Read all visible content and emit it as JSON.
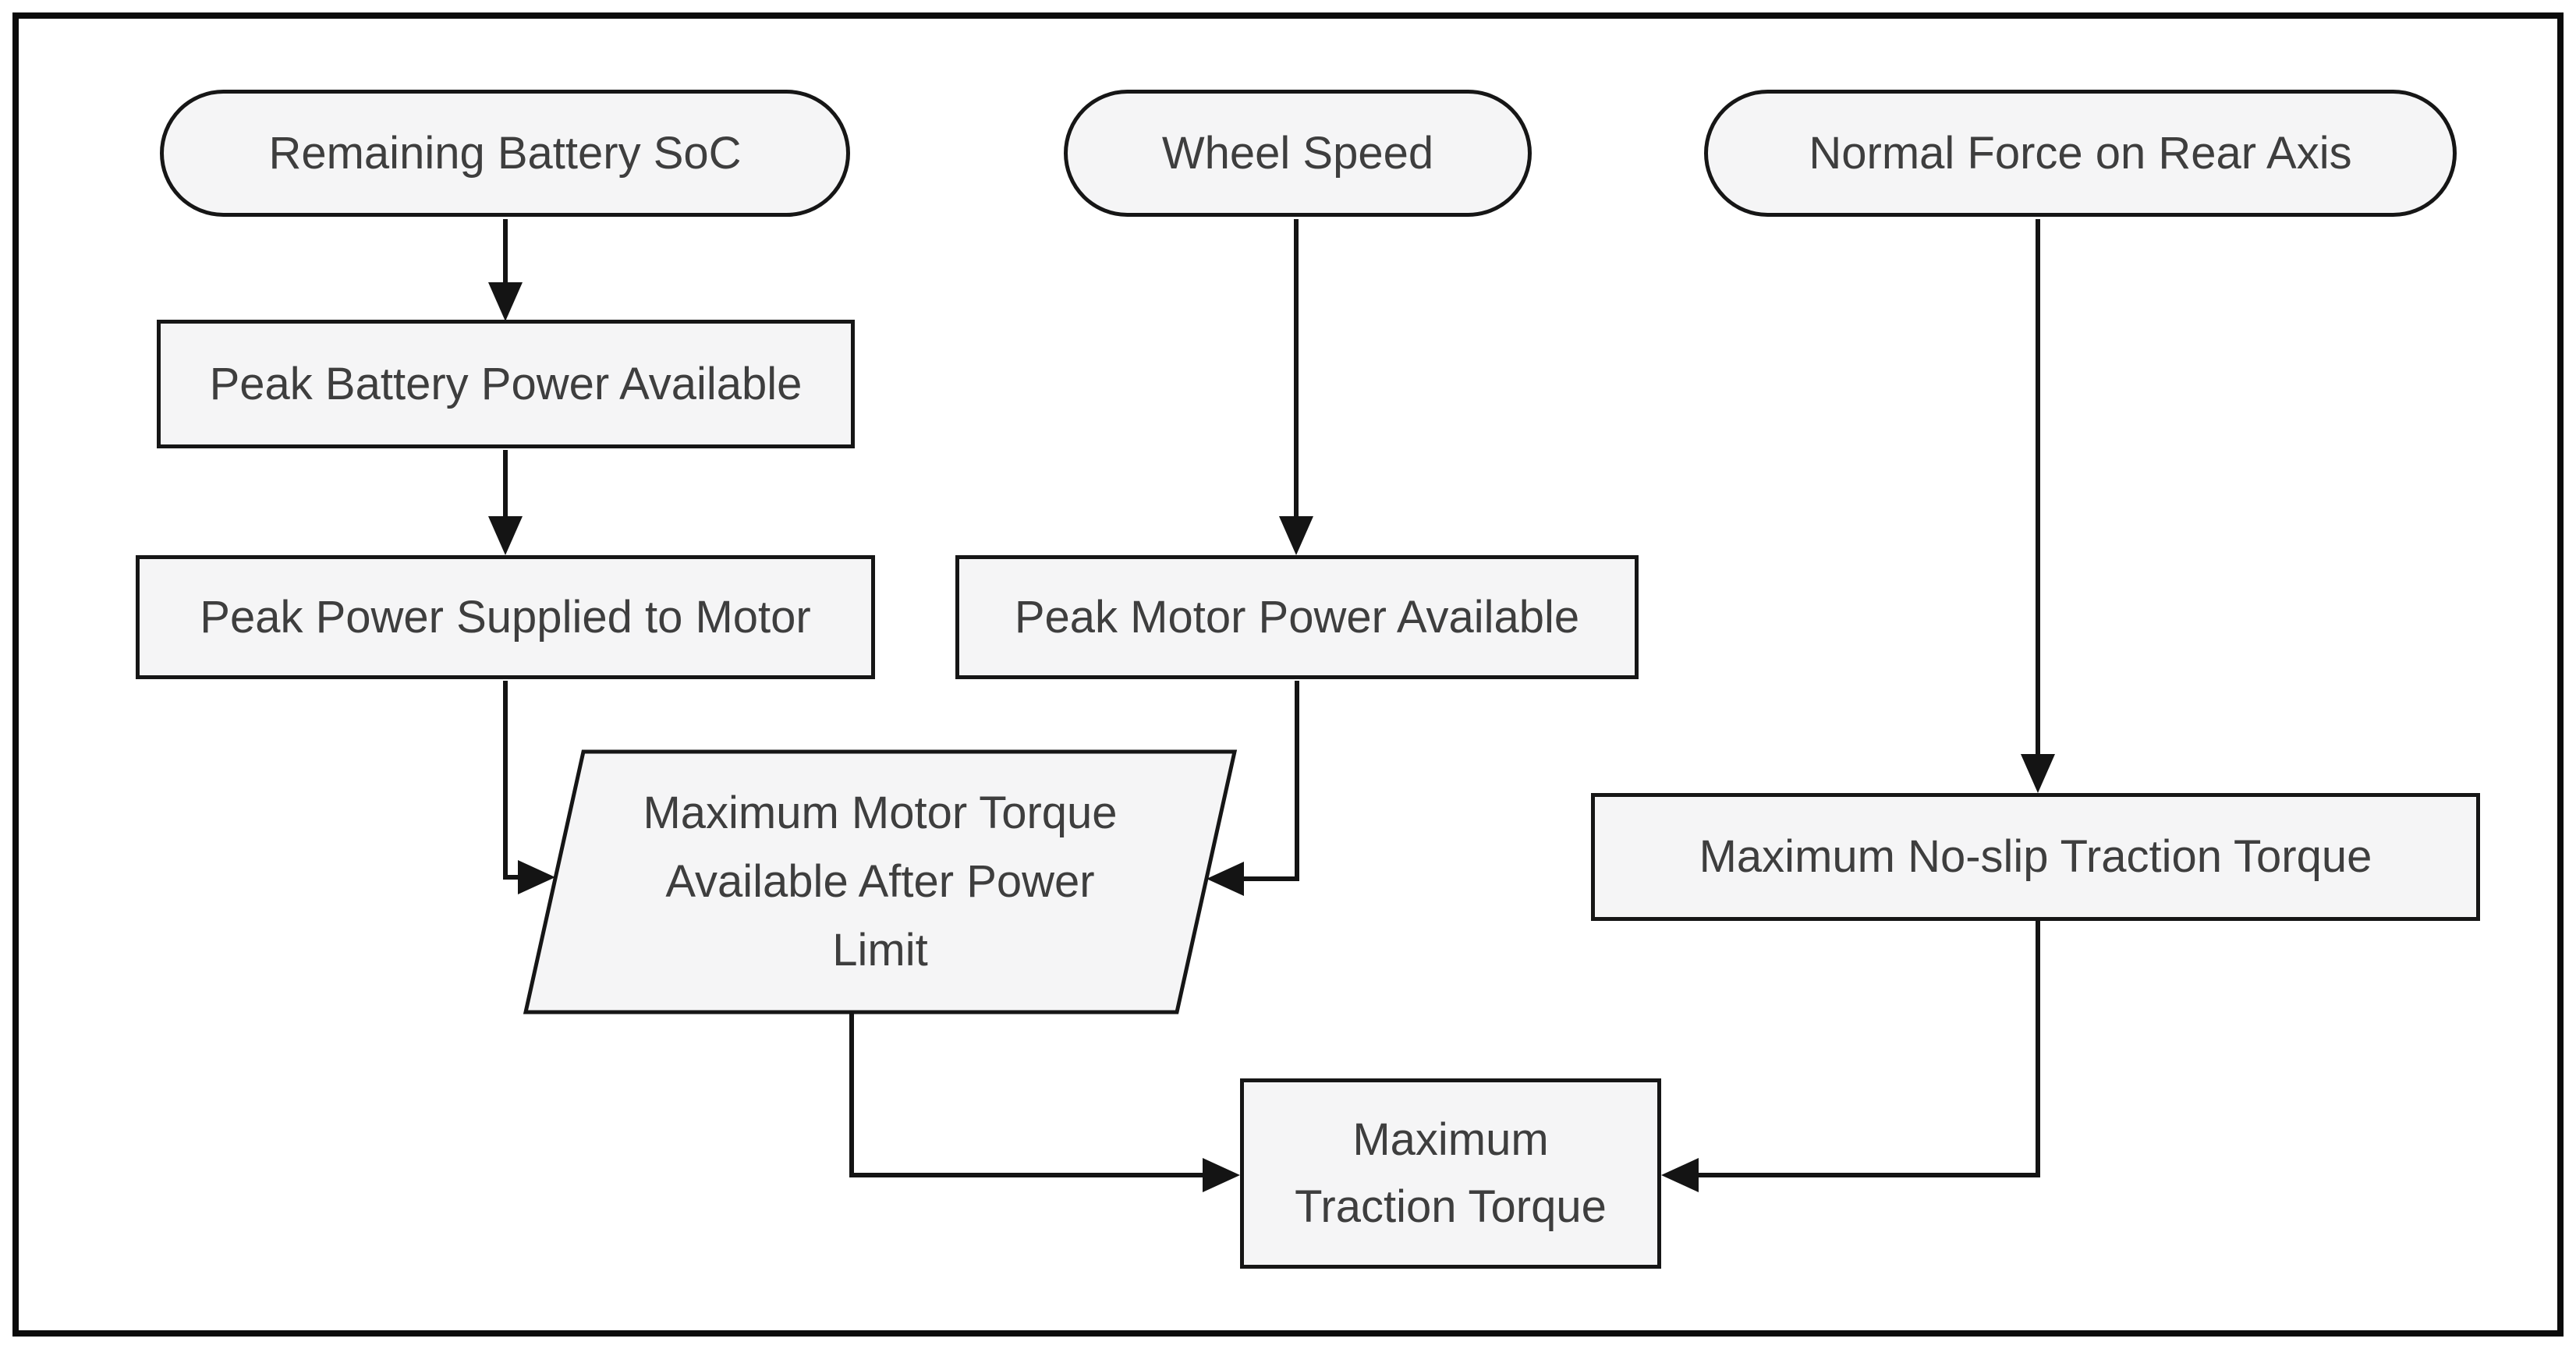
{
  "diagram": {
    "type": "flowchart",
    "colors": {
      "background": "#ffffff",
      "frame_border": "#0b0b0b",
      "node_fill": "#f5f5f6",
      "node_border": "#161616",
      "arrow": "#141414",
      "text": "#3e3e3e"
    },
    "nodes": {
      "remaining_battery_soc": {
        "shape": "stadium",
        "lines": [
          "Remaining Battery SoC"
        ]
      },
      "wheel_speed": {
        "shape": "stadium",
        "lines": [
          "Wheel Speed"
        ]
      },
      "normal_force_rear_axis": {
        "shape": "stadium",
        "lines": [
          "Normal Force on Rear Axis"
        ]
      },
      "peak_battery_power": {
        "shape": "rectangle",
        "lines": [
          "Peak Battery Power Available"
        ]
      },
      "peak_power_to_motor": {
        "shape": "rectangle",
        "lines": [
          "Peak Power Supplied to Motor"
        ]
      },
      "peak_motor_power": {
        "shape": "rectangle",
        "lines": [
          "Peak Motor Power Available"
        ]
      },
      "max_motor_torque": {
        "shape": "parallelogram",
        "lines": [
          "Maximum Motor Torque",
          "Available After Power",
          "Limit"
        ]
      },
      "max_noslip_traction": {
        "shape": "rectangle",
        "lines": [
          "Maximum No-slip Traction Torque"
        ]
      },
      "max_traction_torque": {
        "shape": "rectangle",
        "lines": [
          "Maximum",
          "Traction Torque"
        ]
      }
    },
    "edges": [
      {
        "from": "remaining_battery_soc",
        "to": "peak_battery_power"
      },
      {
        "from": "peak_battery_power",
        "to": "peak_power_to_motor"
      },
      {
        "from": "wheel_speed",
        "to": "peak_motor_power"
      },
      {
        "from": "normal_force_rear_axis",
        "to": "max_noslip_traction"
      },
      {
        "from": "peak_power_to_motor",
        "to": "max_motor_torque"
      },
      {
        "from": "peak_motor_power",
        "to": "max_motor_torque"
      },
      {
        "from": "max_motor_torque",
        "to": "max_traction_torque"
      },
      {
        "from": "max_noslip_traction",
        "to": "max_traction_torque"
      }
    ]
  }
}
